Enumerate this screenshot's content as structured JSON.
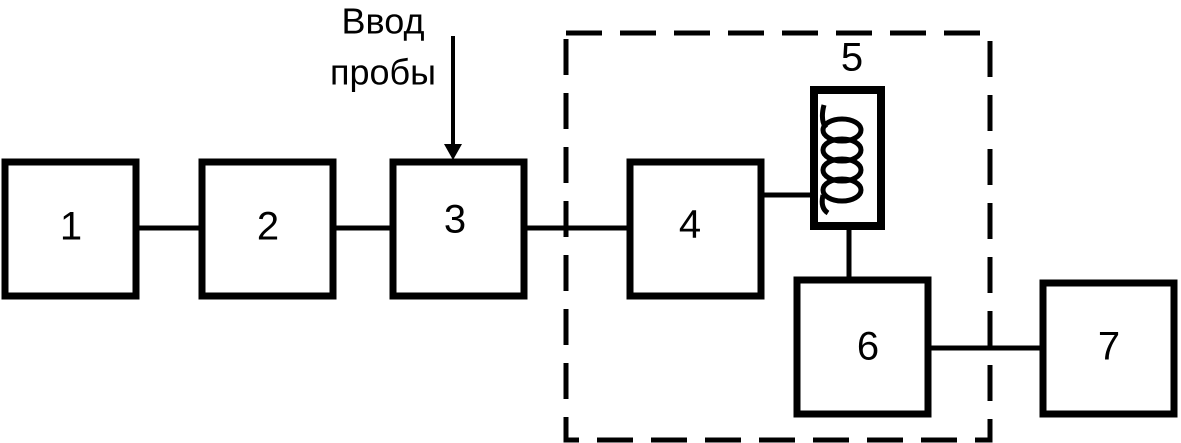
{
  "sample_input": {
    "line1": "Ввод",
    "line2": "пробы"
  },
  "blocks": {
    "b1": "1",
    "b2": "2",
    "b3": "3",
    "b4": "4",
    "b5": "5",
    "b6": "6",
    "b7": "7"
  },
  "colors": {
    "stroke": "#000000",
    "background": "#ffffff"
  }
}
